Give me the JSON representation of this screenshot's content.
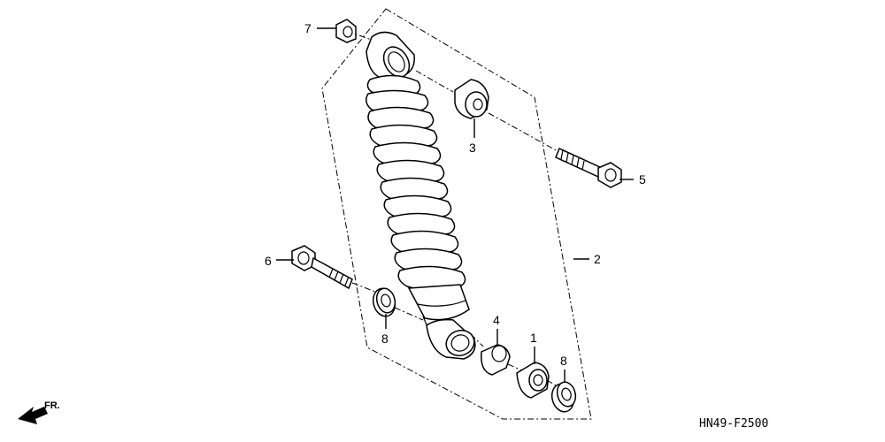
{
  "diagram": {
    "code": "HN49-F2500",
    "direction_marker": "FR.",
    "callouts": [
      {
        "id": "callout-1",
        "label": "1"
      },
      {
        "id": "callout-2",
        "label": "2"
      },
      {
        "id": "callout-3",
        "label": "3"
      },
      {
        "id": "callout-4",
        "label": "4"
      },
      {
        "id": "callout-5",
        "label": "5"
      },
      {
        "id": "callout-6",
        "label": "6"
      },
      {
        "id": "callout-7",
        "label": "7"
      },
      {
        "id": "callout-8a",
        "label": "8"
      },
      {
        "id": "callout-8b",
        "label": "8"
      }
    ]
  }
}
